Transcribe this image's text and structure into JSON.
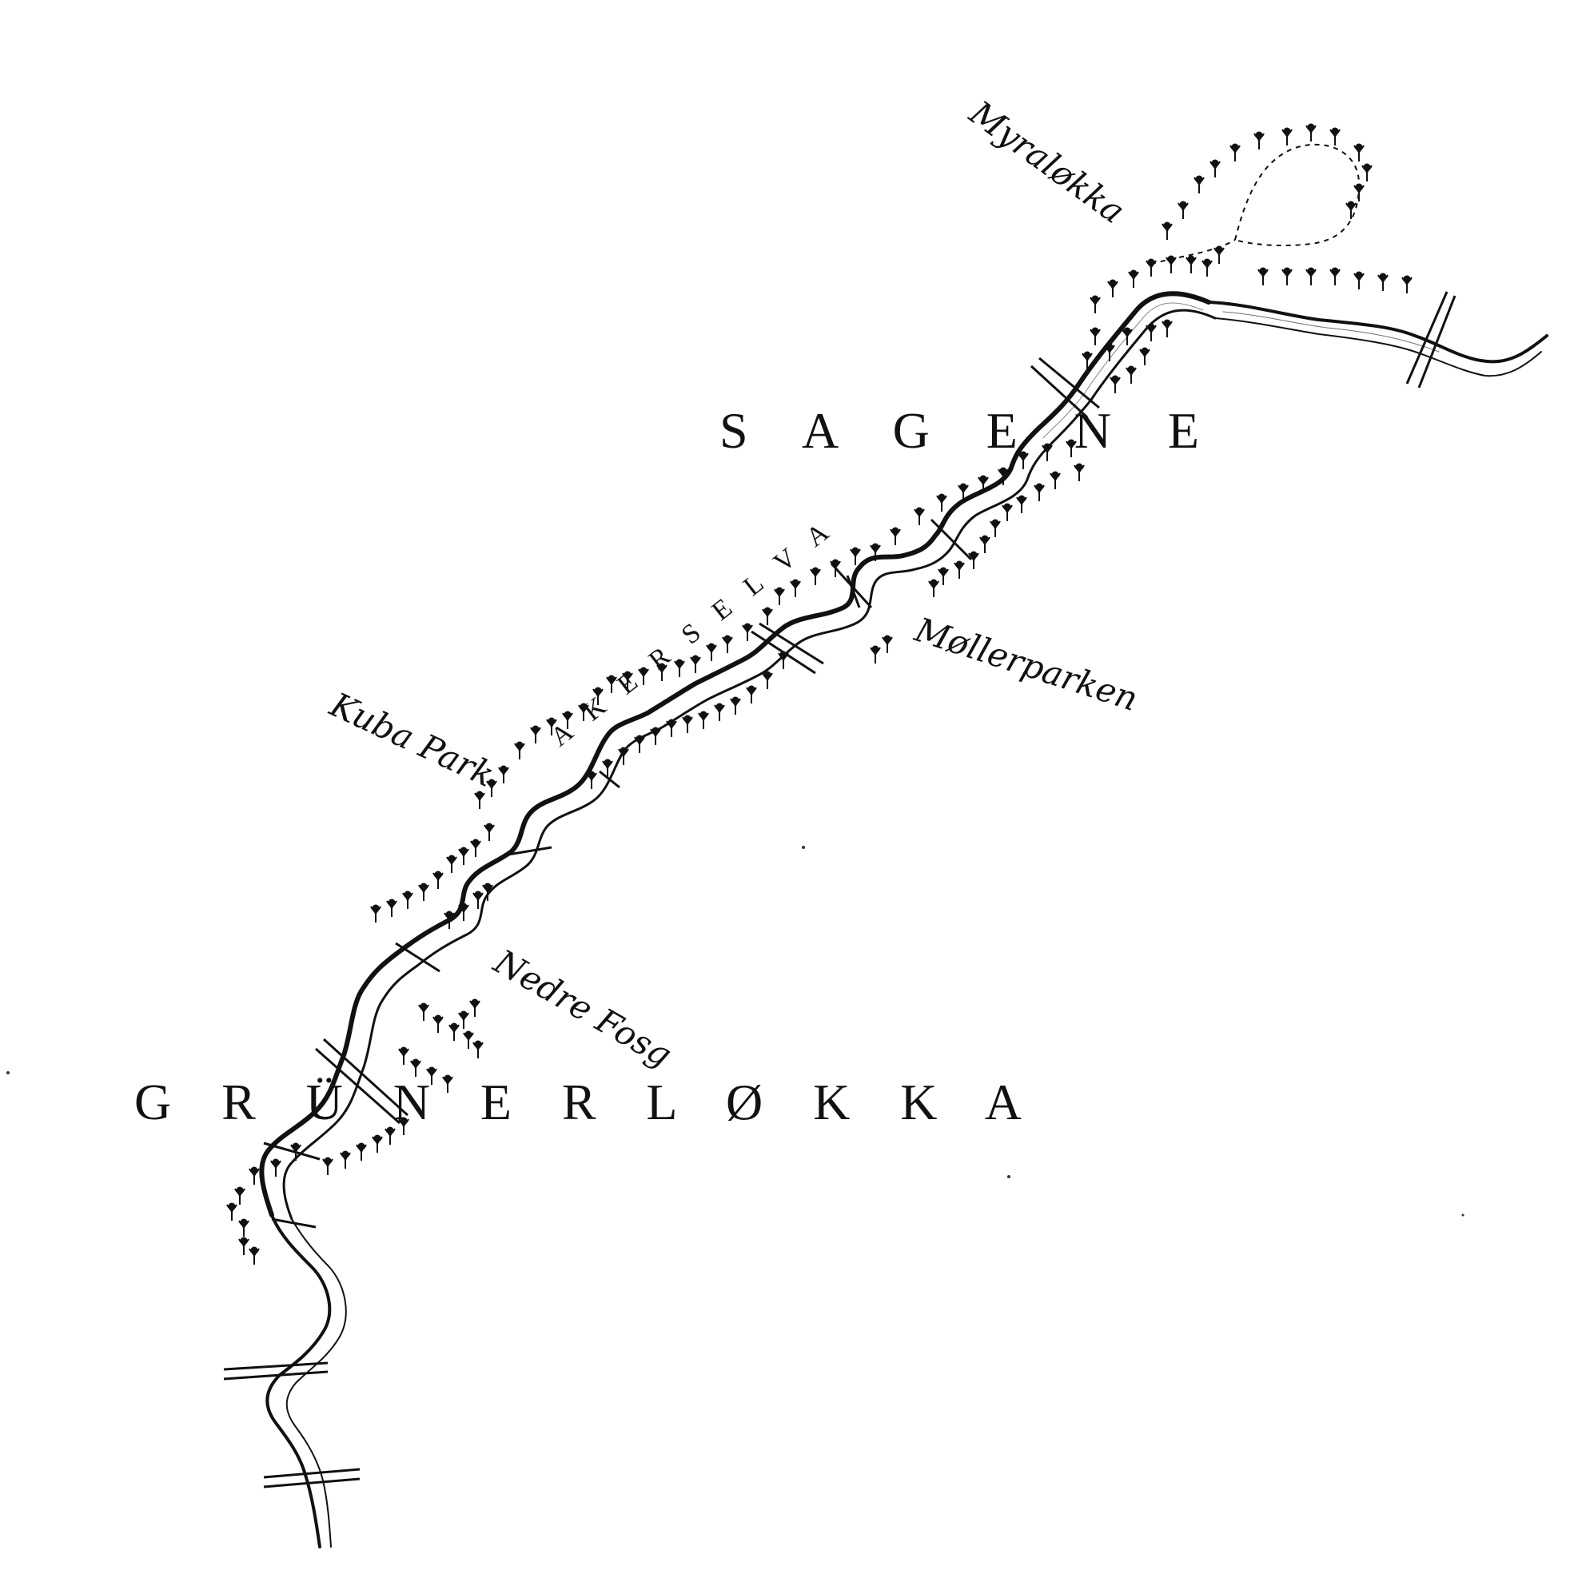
{
  "map": {
    "districts": {
      "sagene": "S A G E N E",
      "grunerlokka": "G R Ü N E R L Ø K K A"
    },
    "river": {
      "name": "A K E R S E L V A"
    },
    "places": {
      "myralokka": "Myraløkka",
      "kuba_park": "Kuba Park",
      "mollerparken": "Møllerparken",
      "nedre_fosg": "Nedre Fosg"
    },
    "colors": {
      "ink": "#111111",
      "paper": "#ffffff"
    }
  }
}
